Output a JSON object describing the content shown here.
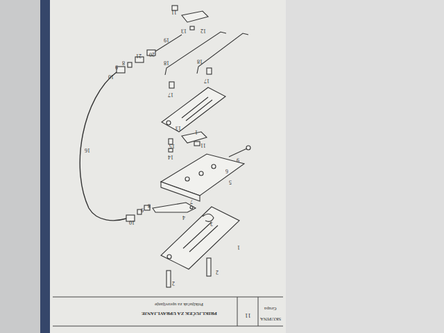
{
  "diagram": {
    "title": "PRIKLJUČEK ZA UPRAVLJANJE",
    "labels": [
      "SKUPINA",
      "11",
      "Grupa",
      "Priključak za upravljanje",
      "11",
      "12",
      "13",
      "19",
      "20",
      "21",
      "8",
      "9",
      "10",
      "18",
      "18",
      "17",
      "17",
      "1",
      "16",
      "15",
      "14",
      "13",
      "11",
      "9",
      "6",
      "5",
      "7",
      "4",
      "3",
      "8",
      "9",
      "10",
      "1",
      "2",
      "2"
    ]
  }
}
